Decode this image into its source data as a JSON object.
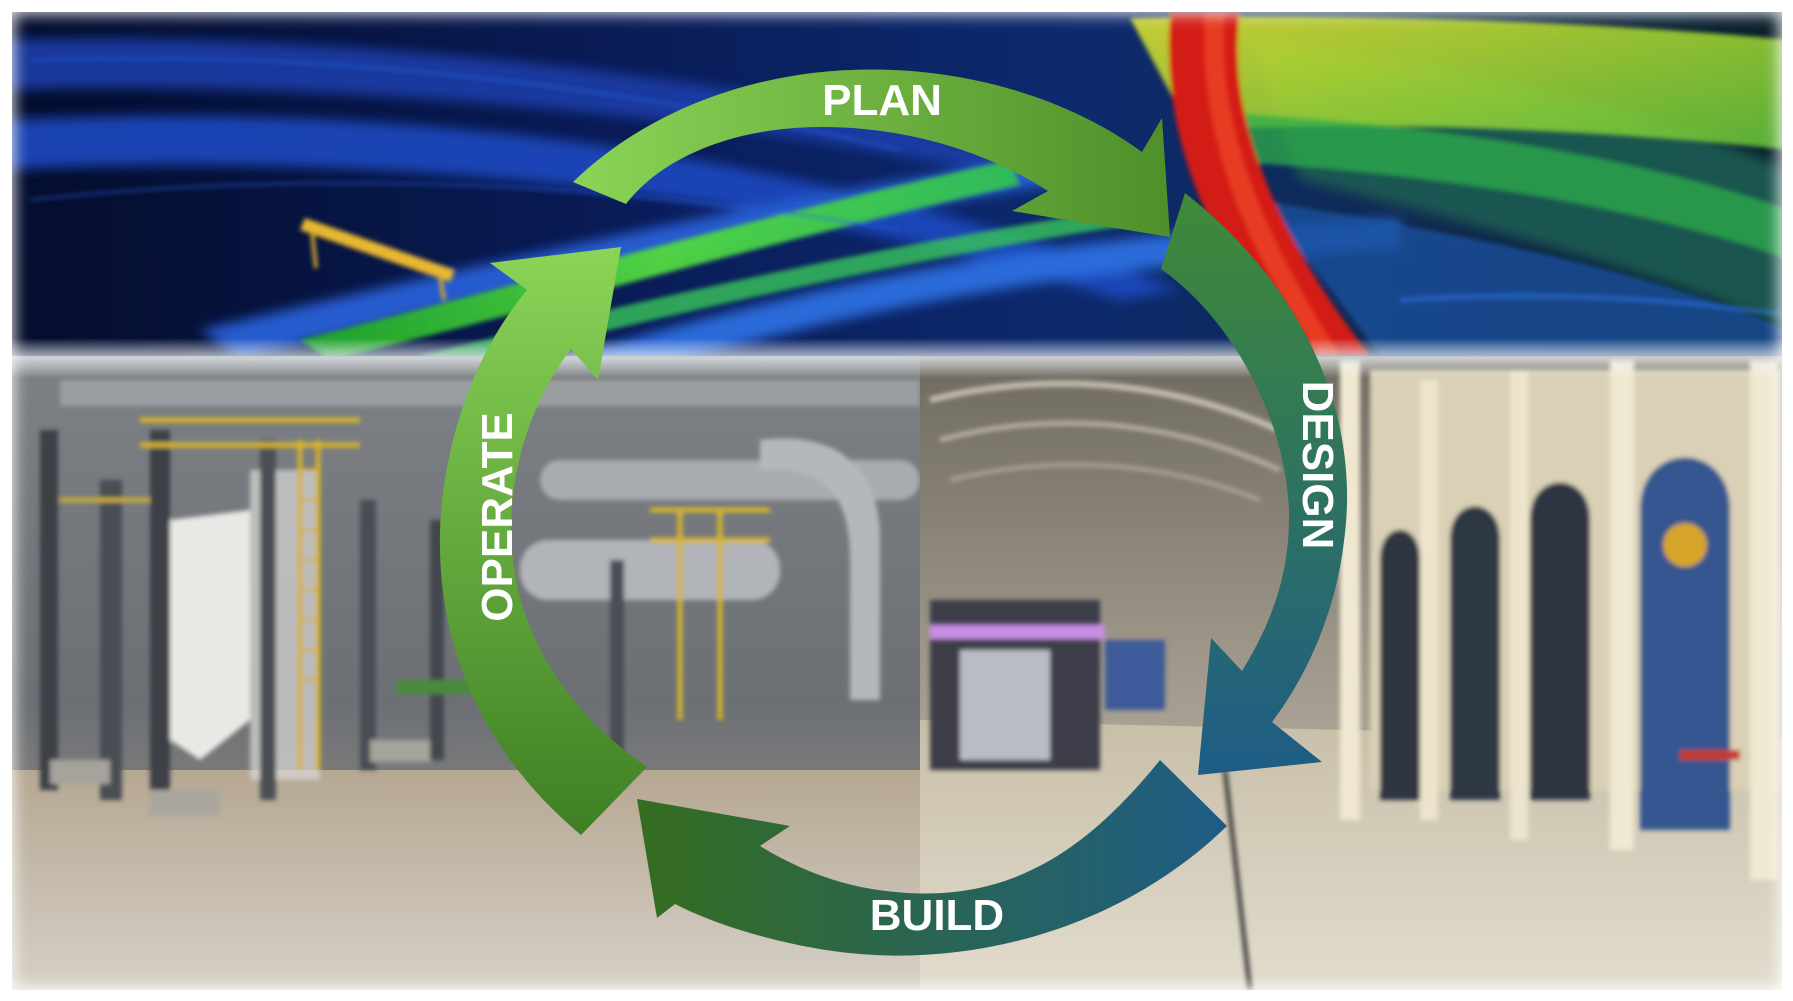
{
  "diagram": {
    "stages": [
      {
        "id": "plan",
        "label": "PLAN",
        "color_start": "#8bd457",
        "color_end": "#4f8f2a"
      },
      {
        "id": "design",
        "label": "DESIGN",
        "color_start": "#3f8a38",
        "color_end": "#1e5c86"
      },
      {
        "id": "build",
        "label": "BUILD",
        "color_start": "#1e5c86",
        "color_end": "#356d1f"
      },
      {
        "id": "operate",
        "label": "OPERATE",
        "color_start": "#3e7f24",
        "color_end": "#8bd457"
      }
    ]
  },
  "colors": {
    "scan_deep": "#06123a",
    "scan_blue": "#1f4fd6",
    "scan_green": "#37d23a",
    "scan_yellow": "#e6e21f",
    "scan_red": "#d9231a",
    "plant_gray": "#8a8e92",
    "railing_yellow": "#d8b52a",
    "hall_cream": "#d9cfb6",
    "floor_tan": "#bdb39c"
  }
}
